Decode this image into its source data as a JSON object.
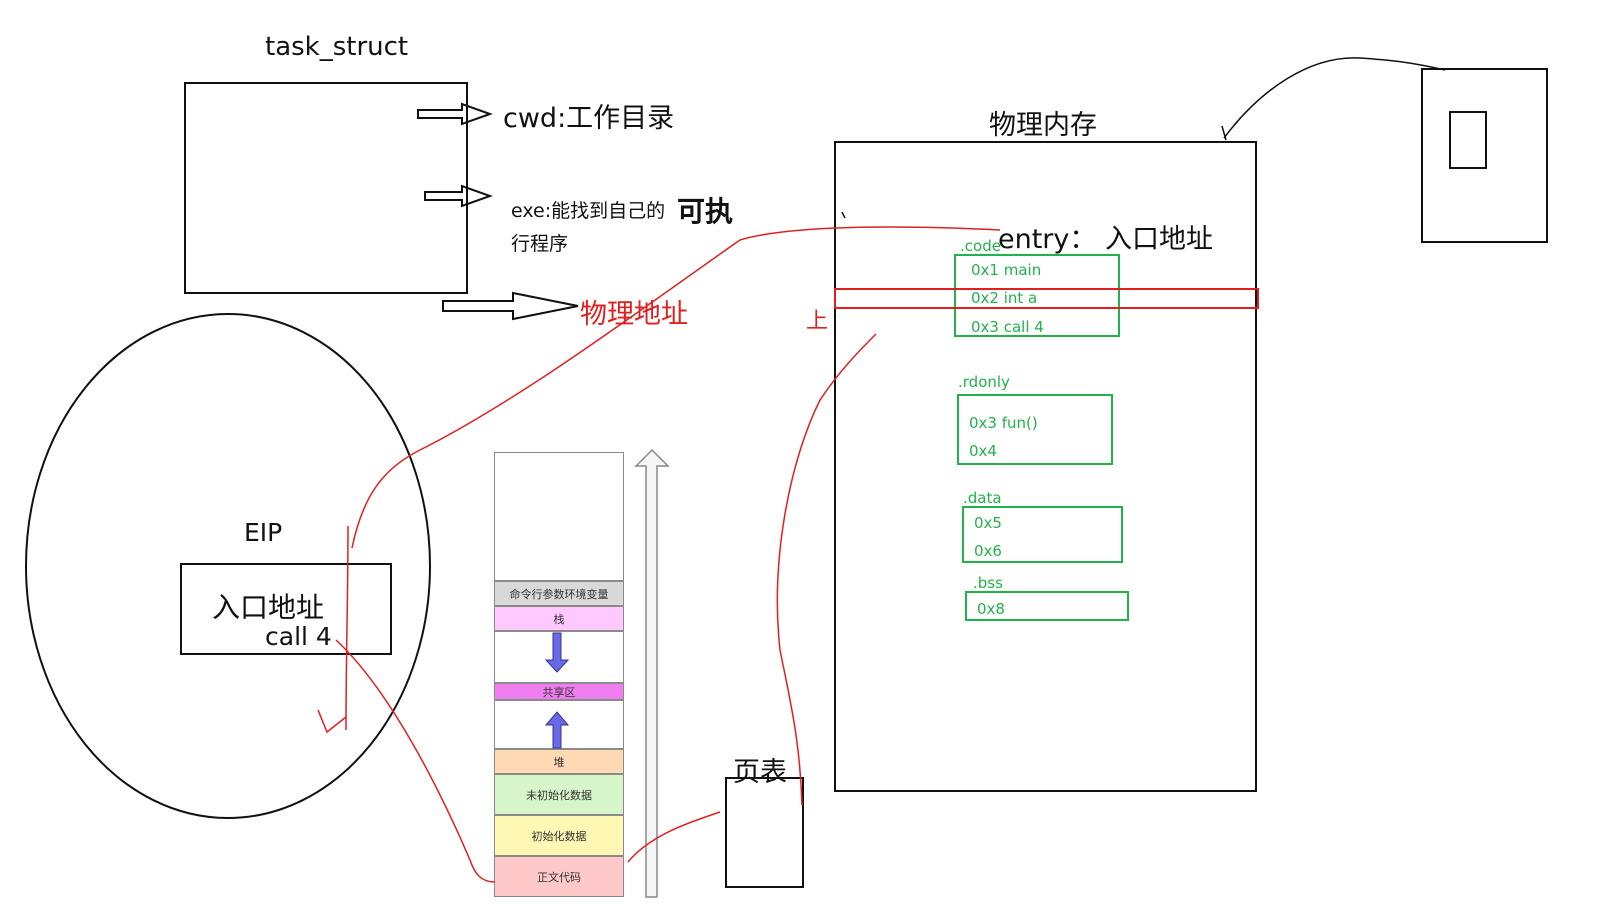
{
  "task_struct": {
    "title": "task_struct",
    "cwd": "cwd:工作目录",
    "exe_line1": "exe:能找到自己的",
    "exe_overflow": "可执",
    "exe_line2": "行程序",
    "phys_addr": "物理地址"
  },
  "process": {
    "eip_label": "EIP",
    "entry": "入口地址",
    "call": "call 4"
  },
  "memory_layout": {
    "segments": [
      "命令行参数环境变量",
      "栈",
      "共享区",
      "堆",
      "未初始化数据",
      "初始化数据",
      "正文代码"
    ]
  },
  "page_table": {
    "title": "页表"
  },
  "physical_memory": {
    "title": "物理内存",
    "entry": "entry： 入口地址",
    "code_label": ".code",
    "code_rows": [
      "0x1 main",
      "0x2 int a",
      "0x3  call 4"
    ],
    "rdonly_label": ".rdonly",
    "rdonly_rows": [
      "0x3 fun()",
      "0x4"
    ],
    "data_label": ".data",
    "data_rows": [
      "0x5",
      "0x6"
    ],
    "bss_label": ".bss",
    "bss_rows": [
      "0x8"
    ],
    "stray_mark": "上"
  },
  "colors": {
    "ink": "#111111",
    "red": "#e02020",
    "green": "#22b24c",
    "seg_cmdline": "#d9d9d9",
    "seg_stack": "#ffc8ff",
    "seg_shared": "#f07ef0",
    "seg_heap": "#ffd9b3",
    "seg_bss": "#d6f5c9",
    "seg_data": "#fff7b3",
    "seg_text": "#ffc9c9"
  }
}
